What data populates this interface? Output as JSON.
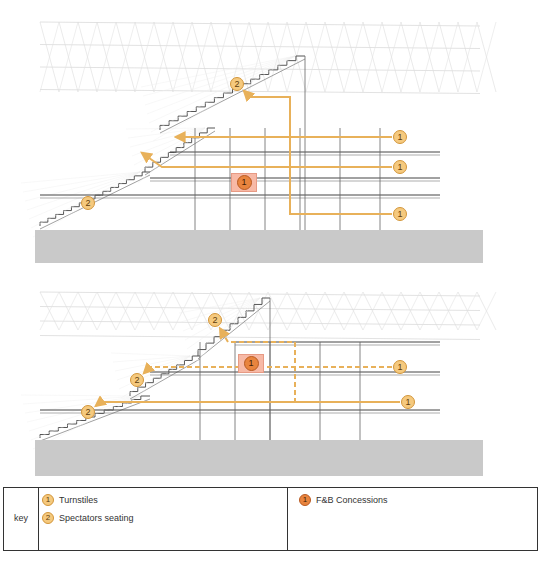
{
  "diagram": {
    "nodes": [
      {
        "text": [
          "2"
        ]
      },
      {
        "text": [
          "1"
        ]
      },
      {
        "text": [
          "1"
        ]
      },
      {
        "text": [
          "1"
        ]
      },
      {
        "text": [
          "2"
        ]
      },
      {
        "text": [
          "1"
        ]
      },
      {
        "text": [
          "2"
        ]
      },
      {
        "text": [
          "1"
        ]
      },
      {
        "text": [
          "1"
        ]
      },
      {
        "text": [
          "2"
        ]
      },
      {
        "text": [
          "1"
        ]
      },
      {
        "text": [
          "2"
        ]
      }
    ],
    "edges": [
      {
        "from": 5,
        "to": 0,
        "arrow": "to"
      },
      {
        "from": 8,
        "to": 9,
        "arrow": "to"
      },
      {
        "from": 10,
        "to": 11,
        "arrow": "to"
      },
      {
        "from": 10,
        "to": 6,
        "arrow": "to"
      }
    ],
    "labels": [
      "key",
      "1",
      "2",
      "1"
    ],
    "legend": [
      {
        "text": "Turnstiles"
      },
      {
        "text": "Spectators seating"
      },
      {
        "text": "F&B Concessions"
      }
    ]
  }
}
